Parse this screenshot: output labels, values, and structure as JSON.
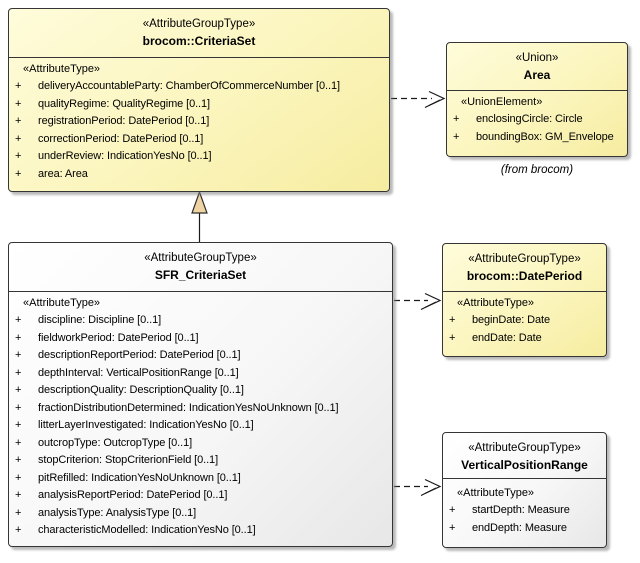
{
  "symbols": {
    "public": "+"
  },
  "colors": {
    "yellow_fill": "#FBF5BD",
    "gray_fill": "#F0F0F0",
    "border": "#353535",
    "generalization_fill": "#EFD3A2",
    "shadow": "#828282"
  },
  "boxes": {
    "criteria_set": {
      "stereotype": "«AttributeGroupType»",
      "name": "brocom::CriteriaSet",
      "section_label": "«AttributeType»",
      "attributes": [
        "deliveryAccountableParty: ChamberOfCommerceNumber [0..1]",
        "qualityRegime: QualityRegime [0..1]",
        "registrationPeriod: DatePeriod [0..1]",
        "correctionPeriod: DatePeriod [0..1]",
        "underReview: IndicationYesNo [0..1]",
        "area: Area"
      ]
    },
    "area": {
      "stereotype": "«Union»",
      "name": "Area",
      "section_label": "«UnionElement»",
      "attributes": [
        "enclosingCircle: Circle",
        "boundingBox: GM_Envelope"
      ],
      "note": "(from brocom)"
    },
    "sfr_criteria_set": {
      "stereotype": "«AttributeGroupType»",
      "name": "SFR_CriteriaSet",
      "section_label": "«AttributeType»",
      "attributes": [
        "discipline: Discipline [0..1]",
        "fieldworkPeriod: DatePeriod [0..1]",
        "descriptionReportPeriod: DatePeriod [0..1]",
        "depthInterval: VerticalPositionRange [0..1]",
        "descriptionQuality: DescriptionQuality [0..1]",
        "fractionDistributionDetermined: IndicationYesNoUnknown [0..1]",
        "litterLayerInvestigated: IndicationYesNo [0..1]",
        "outcropType: OutcropType [0..1]",
        "stopCriterion: StopCriterionField [0..1]",
        "pitRefilled: IndicationYesNoUnknown [0..1]",
        "analysisReportPeriod: DatePeriod [0..1]",
        "analysisType: AnalysisType [0..1]",
        "characteristicModelled: IndicationYesNo [0..1]"
      ]
    },
    "date_period": {
      "stereotype": "«AttributeGroupType»",
      "name": "brocom::DatePeriod",
      "section_label": "«AttributeType»",
      "attributes": [
        "beginDate: Date",
        "endDate: Date"
      ]
    },
    "vertical_position_range": {
      "stereotype": "«AttributeGroupType»",
      "name": "VerticalPositionRange",
      "section_label": "«AttributeType»",
      "attributes": [
        "startDepth: Measure",
        "endDepth: Measure"
      ]
    }
  }
}
